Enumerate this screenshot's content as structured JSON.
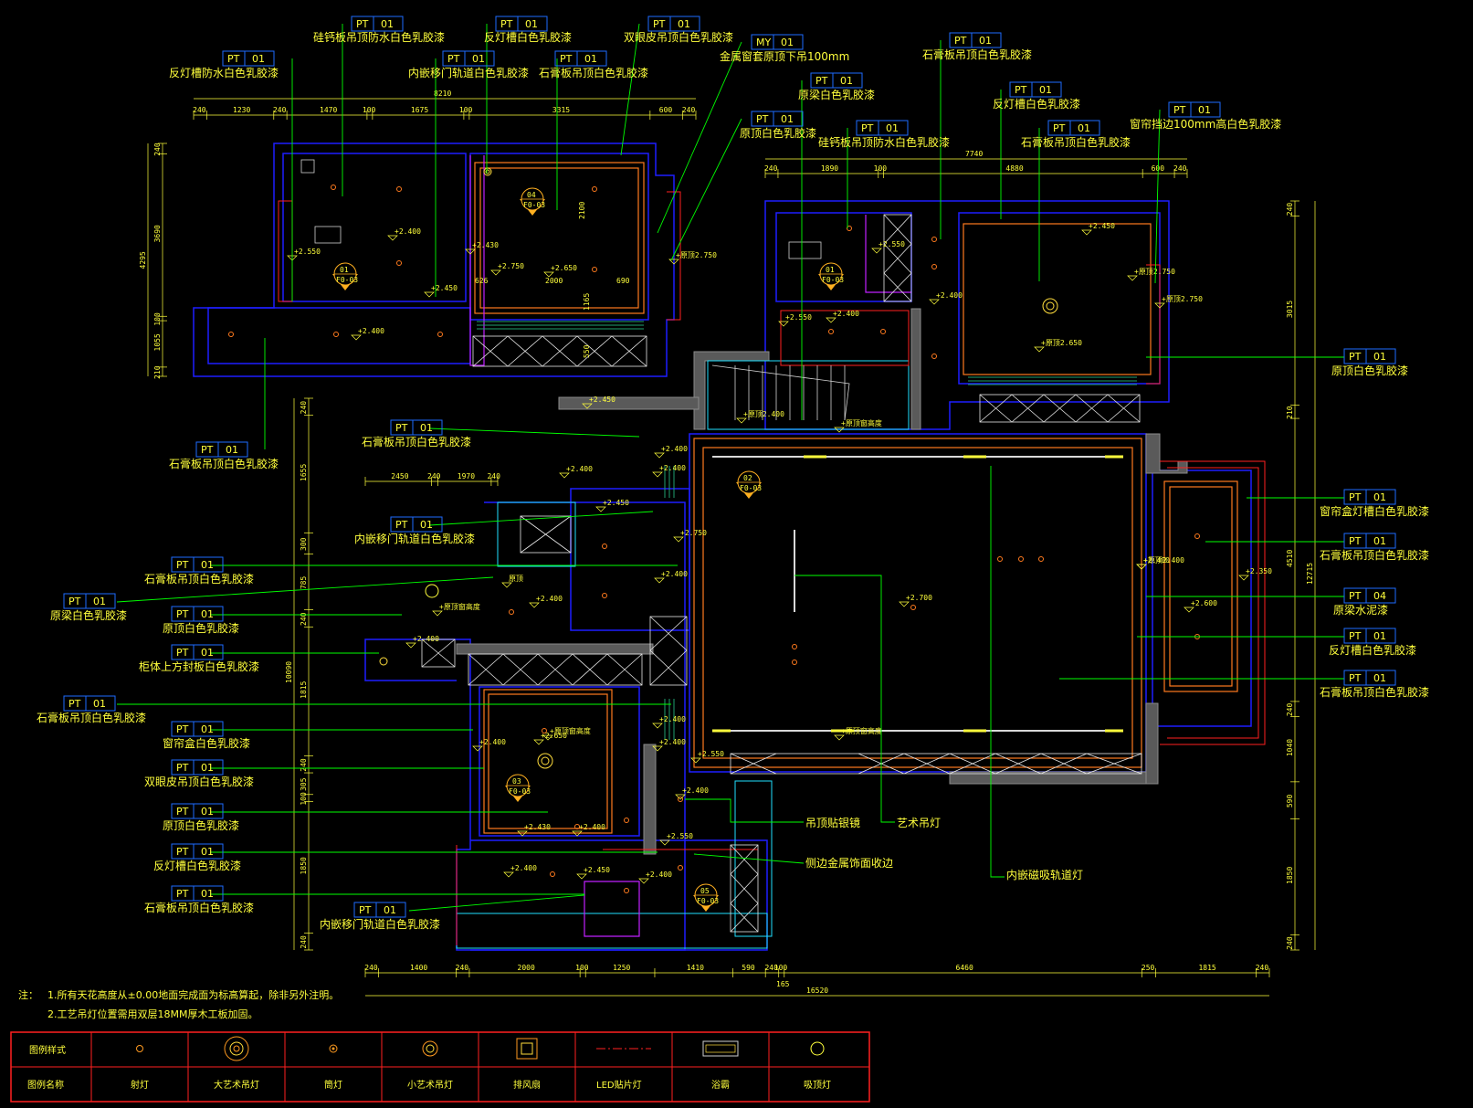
{
  "colors": {
    "background": "#000000",
    "wall": "#1e1eff",
    "dim_line": "#ffff3c",
    "leader": "#00ff00",
    "tag_border": "#1e6bff",
    "ceiling": "#ff7a1e",
    "red": "#ff2020",
    "magenta": "#c020ff",
    "cyan": "#20e0ff",
    "grey_wall": "#6a6a6a",
    "legend_border": "#ff2020"
  },
  "tags": [
    {
      "code": "PT",
      "num": "01",
      "text": "反灯槽防水白色乳胶漆"
    },
    {
      "code": "PT",
      "num": "01",
      "text": "硅钙板吊顶防水白色乳胶漆"
    },
    {
      "code": "PT",
      "num": "01",
      "text": "内嵌移门轨道白色乳胶漆"
    },
    {
      "code": "PT",
      "num": "01",
      "text": "反灯槽白色乳胶漆"
    },
    {
      "code": "PT",
      "num": "01",
      "text": "石膏板吊顶白色乳胶漆"
    },
    {
      "code": "PT",
      "num": "01",
      "text": "双眼皮吊顶白色乳胶漆"
    },
    {
      "code": "MY",
      "num": "01",
      "text": "金属窗套原顶下吊100mm"
    },
    {
      "code": "PT",
      "num": "01",
      "text": "原梁白色乳胶漆"
    },
    {
      "code": "PT",
      "num": "01",
      "text": "原顶白色乳胶漆"
    },
    {
      "code": "PT",
      "num": "01",
      "text": "硅钙板吊顶防水白色乳胶漆"
    },
    {
      "code": "PT",
      "num": "01",
      "text": "石膏板吊顶白色乳胶漆"
    },
    {
      "code": "PT",
      "num": "01",
      "text": "反灯槽白色乳胶漆"
    },
    {
      "code": "PT",
      "num": "01",
      "text": "石膏板吊顶白色乳胶漆"
    },
    {
      "code": "PT",
      "num": "01",
      "text": "窗帘挡边100mm高白色乳胶漆"
    },
    {
      "code": "PT",
      "num": "01",
      "text": "原顶白色乳胶漆"
    },
    {
      "code": "PT",
      "num": "01",
      "text": "石膏板吊顶白色乳胶漆"
    },
    {
      "code": "PT",
      "num": "01",
      "text": "石膏板吊顶白色乳胶漆"
    },
    {
      "code": "PT",
      "num": "01",
      "text": "内嵌移门轨道白色乳胶漆"
    },
    {
      "code": "PT",
      "num": "01",
      "text": "石膏板吊顶白色乳胶漆"
    },
    {
      "code": "PT",
      "num": "01",
      "text": "原梁白色乳胶漆"
    },
    {
      "code": "PT",
      "num": "01",
      "text": "原顶白色乳胶漆"
    },
    {
      "code": "PT",
      "num": "01",
      "text": "柜体上方封板白色乳胶漆"
    },
    {
      "code": "PT",
      "num": "01",
      "text": "石膏板吊顶白色乳胶漆"
    },
    {
      "code": "PT",
      "num": "01",
      "text": "窗帘盒白色乳胶漆"
    },
    {
      "code": "PT",
      "num": "01",
      "text": "双眼皮吊顶白色乳胶漆"
    },
    {
      "code": "PT",
      "num": "01",
      "text": "原顶白色乳胶漆"
    },
    {
      "code": "PT",
      "num": "01",
      "text": "反灯槽白色乳胶漆"
    },
    {
      "code": "PT",
      "num": "01",
      "text": "石膏板吊顶白色乳胶漆"
    },
    {
      "code": "PT",
      "num": "01",
      "text": "内嵌移门轨道白色乳胶漆"
    },
    {
      "code": "PT",
      "num": "01",
      "text": "窗帘盒灯槽白色乳胶漆"
    },
    {
      "code": "PT",
      "num": "01",
      "text": "石膏板吊顶白色乳胶漆"
    },
    {
      "code": "PT",
      "num": "04",
      "text": "原梁水泥漆"
    },
    {
      "code": "PT",
      "num": "01",
      "text": "反灯槽白色乳胶漆"
    },
    {
      "code": "PT",
      "num": "01",
      "text": "石膏板吊顶白色乳胶漆"
    }
  ],
  "callouts": [
    "吊顶贴银镜",
    "艺术吊灯",
    "侧边金属饰面收边",
    "内嵌磁吸轨道灯"
  ],
  "dims_top_left": [
    "240",
    "1230",
    "240",
    "1470",
    "100",
    "1675",
    "100",
    "3315",
    "600",
    "240"
  ],
  "dim_total_top_left": "8210",
  "dims_top_right": [
    "240",
    "1890",
    "100",
    "4880",
    "600",
    "240"
  ],
  "dim_total_top_right": "7740",
  "dims_bottom": [
    "240",
    "1400",
    "240",
    "2000",
    "100",
    "1250",
    "1410",
    "590",
    "240",
    "100",
    "6460",
    "250",
    "1815",
    "240"
  ],
  "dim_bottom_sub": "165",
  "dim_total_bottom": "16520",
  "dims_left_top": [
    "240",
    "3690",
    "100",
    "1055",
    "210"
  ],
  "dim_total_left_top": "4295",
  "dims_left_bottom": [
    "240",
    "1655",
    "300",
    "785",
    "240",
    "1815",
    "240",
    "305",
    "100",
    "1850",
    "240"
  ],
  "dim_total_left_bottom": "10090",
  "dims_right": [
    "240",
    "3015",
    "210",
    "4510",
    "240",
    "1040",
    "590",
    "1850",
    "240"
  ],
  "dim_total_right": "12715",
  "dims_mid": [
    "2450",
    "240",
    "1970",
    "240"
  ],
  "room_dims": [
    "2100",
    "626",
    "2000",
    "690",
    "1165",
    "550"
  ],
  "elevations": [
    "+2.400",
    "+2.550",
    "+2.650",
    "+2.430",
    "+2.750",
    "+2.450",
    "+2.700",
    "+2.600",
    "+2.350",
    "原顶",
    "+原顶2.750",
    "+原顶窗高度",
    "+原顶2.400",
    "+原顶2.650"
  ],
  "symbols": [
    {
      "num": "01",
      "sheet": "F0-03"
    },
    {
      "num": "04",
      "sheet": "F0-03"
    },
    {
      "num": "01",
      "sheet": "F0-03"
    },
    {
      "num": "02",
      "sheet": "F0-03"
    },
    {
      "num": "03",
      "sheet": "F0-03"
    },
    {
      "num": "05",
      "sheet": "F0-03"
    }
  ],
  "notes": {
    "title": "注：",
    "line1": "1.所有天花高度从±0.00地面完成面为标高算起，除非另外注明。",
    "line2": "2.工艺吊灯位置需用双层18MM厚木工板加固。"
  },
  "legend": {
    "row1_label": "图例样式",
    "row2_label": "图例名称",
    "items": [
      "射灯",
      "大艺术吊灯",
      "筒灯",
      "小艺术吊灯",
      "排风扇",
      "LED贴片灯",
      "浴霸",
      "吸顶灯"
    ],
    "icons": [
      "spotlight-icon",
      "large-chandelier-icon",
      "downlight-icon",
      "small-chandelier-icon",
      "exhaust-fan-icon",
      "led-strip-icon",
      "bath-heater-icon",
      "ceiling-light-icon"
    ]
  }
}
